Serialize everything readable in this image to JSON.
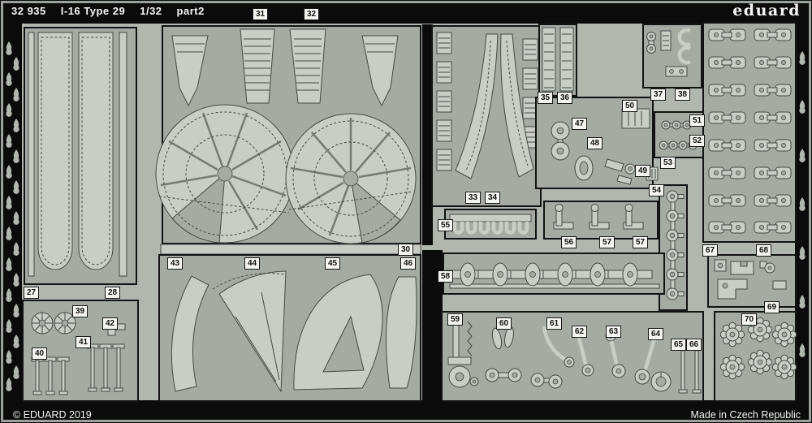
{
  "header": {
    "catalog_number": "32 935",
    "title": "I-16 Type 29",
    "scale": "1/32",
    "part_designation": "part2",
    "brand": "eduard"
  },
  "footer": {
    "copyright": "© EDUARD 2019",
    "made_in": "Made in Czech Republic"
  },
  "colors": {
    "background": "#0b0b0b",
    "outer_rim": "#9ba19b",
    "sheet": "#b1b6af",
    "zone": "#a5aaa3",
    "part": "#c9cdc6",
    "part_outline": "#454945",
    "label_background": "#f4f4f0",
    "label_border": "#1a1a1a",
    "label_text": "#111111",
    "header_text": "#f5f5f5"
  },
  "part_labels": [
    "31",
    "32",
    "35",
    "36",
    "37",
    "38",
    "50",
    "47",
    "51",
    "48",
    "52",
    "49",
    "53",
    "54",
    "33",
    "34",
    "55",
    "56",
    "57",
    "57",
    "30",
    "67",
    "68",
    "43",
    "44",
    "45",
    "46",
    "58",
    "27",
    "28",
    "39",
    "69",
    "42",
    "70",
    "59",
    "60",
    "61",
    "62",
    "63",
    "64",
    "41",
    "65",
    "66",
    "40"
  ]
}
